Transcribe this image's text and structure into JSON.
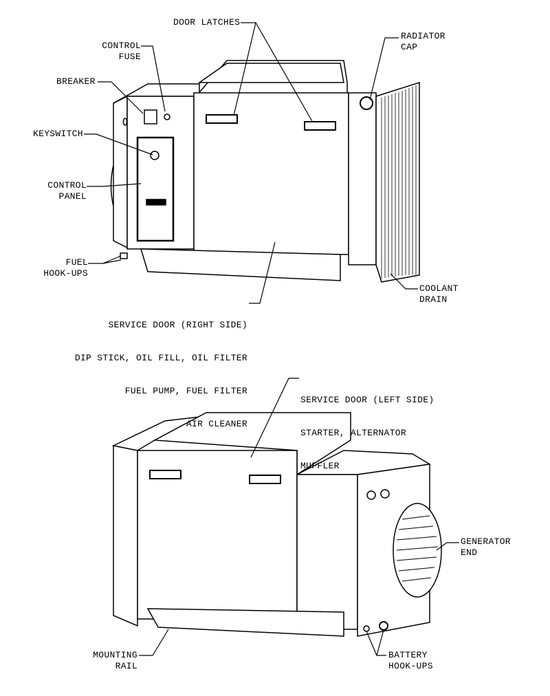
{
  "labels": {
    "door_latches": "DOOR LATCHES",
    "radiator_cap": [
      "RADIATOR",
      "CAP"
    ],
    "control_fuse": [
      "CONTROL",
      "FUSE"
    ],
    "breaker": "BREAKER",
    "keyswitch": "KEYSWITCH",
    "control_panel": [
      "CONTROL",
      "PANEL"
    ],
    "fuel_hookups": [
      "FUEL",
      "HOOK-UPS"
    ],
    "coolant_drain": [
      "COOLANT",
      "DRAIN"
    ],
    "service_door_right": [
      "SERVICE DOOR (RIGHT SIDE)",
      "DIP STICK, OIL FILL, OIL FILTER",
      "FUEL PUMP, FUEL FILTER",
      "AIR CLEANER"
    ],
    "service_door_left": [
      "SERVICE DOOR (LEFT SIDE)",
      "STARTER, ALTERNATOR",
      "MUFFLER"
    ],
    "generator_end": [
      "GENERATOR",
      "END"
    ],
    "mounting_rail": [
      "MOUNTING",
      "RAIL"
    ],
    "battery_hookups": [
      "BATTERY",
      "HOOK-UPS"
    ]
  }
}
